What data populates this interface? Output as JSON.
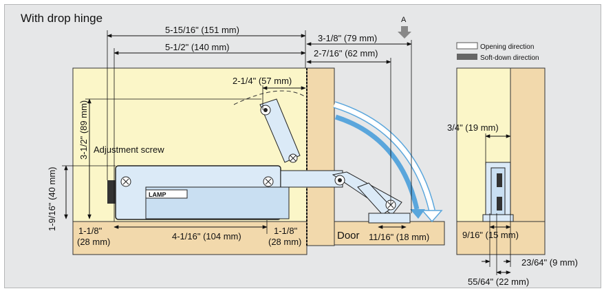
{
  "title": "With drop hinge",
  "arrow_marker": "A",
  "legend": {
    "opening": "Opening direction",
    "softdown": "Soft-down direction"
  },
  "dimensions": {
    "overall_151": "5-15/16\" (151 mm)",
    "overall_140": "5-1/2\" (140 mm)",
    "right_79": "3-1/8\" (79 mm)",
    "right_62": "2-7/16\" (62 mm)",
    "arm_57": "2-1/4\" (57 mm)",
    "height_89": "3-1/2\" (89 mm)",
    "height_40": "1-9/16\" (40 mm)",
    "left_28_a": "1-1/8\"",
    "left_28_b": "(28 mm)",
    "mid_104": "4-1/16\" (104 mm)",
    "right_28_a": "1-1/8\"",
    "right_28_b": "(28 mm)",
    "door_18": "11/16\" (18 mm)",
    "side_19": "3/4\" (19 mm)",
    "side_15": "9/16\" (15 mm)",
    "side_9": "23/64\" (9 mm)",
    "side_22": "55/64\" (22 mm)"
  },
  "labels": {
    "adjustment_screw": "Adjustment screw",
    "door": "Door",
    "brand": "LAMP"
  },
  "colors": {
    "wood": "#f2d9ac",
    "panel": "#fbf6c8",
    "hinge": "#dbeaf7",
    "arrow_open": "#ffffff",
    "arrow_soft": "#5aa6dc",
    "background": "#e6e7e8"
  }
}
